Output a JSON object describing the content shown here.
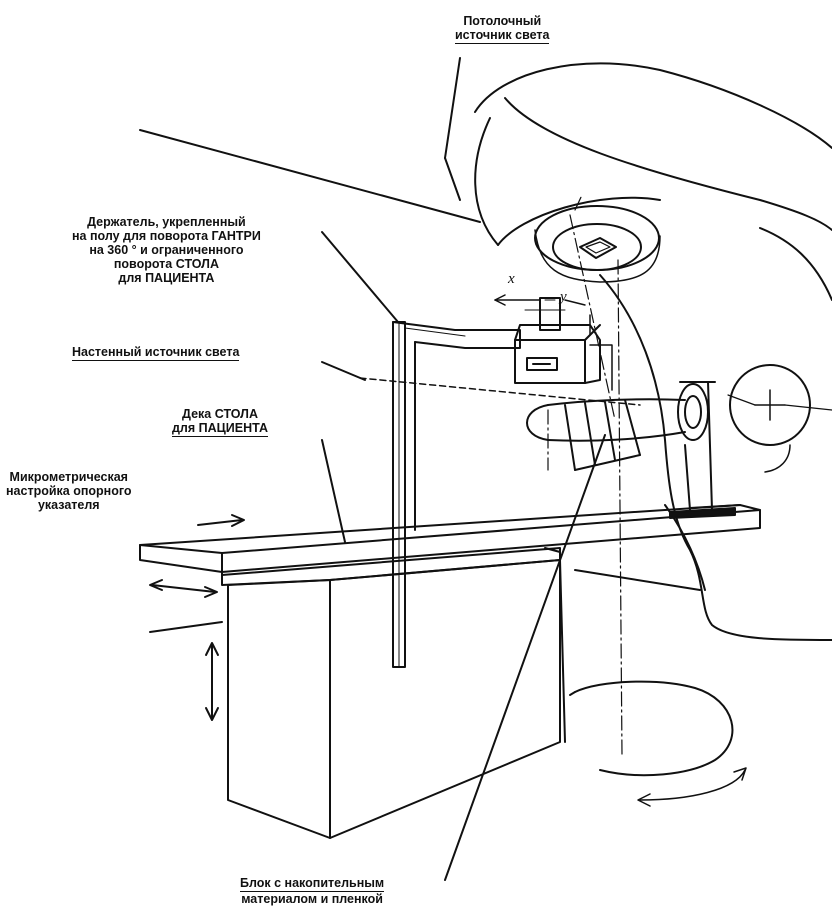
{
  "labels": {
    "ceiling_light": [
      "Потолочный",
      "источник света"
    ],
    "floor_holder": [
      "Держатель, укрепленный",
      "на полу для поворота ГАНТРИ",
      "на 360 ° и ограниченного",
      "поворота СТОЛА",
      "для ПАЦИЕНТА"
    ],
    "wall_light": "Настенный источник света",
    "table_top": [
      "Дека СТОЛА",
      "для ПАЦИЕНТА"
    ],
    "micrometric": [
      "Микрометрическая",
      "настройка опорного",
      "указателя"
    ],
    "film_block": [
      "Блок с накопительным",
      "материалом и пленкой"
    ]
  },
  "marks": {
    "x_mark": "x",
    "y_mark": "y"
  },
  "colors": {
    "ink": "#111111",
    "background": "#ffffff"
  }
}
